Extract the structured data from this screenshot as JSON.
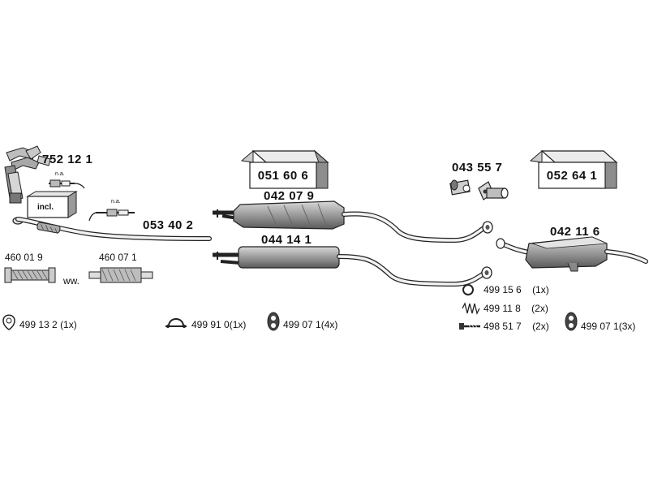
{
  "labels": {
    "manifold": "752 12 1",
    "na_1": "n.a.",
    "na_2": "n.a.",
    "incl": "incl.",
    "front_pipe": "053 40 2",
    "flex_a": "460 01 9",
    "ww": "ww.",
    "flex_b": "460 07 1",
    "box_center": "051 60 6",
    "mid_muffler_top": "042 07 9",
    "mid_muffler_bottom": "044 14 1",
    "adapter": "043 55 7",
    "box_right": "052 64 1",
    "rear_muffler": "042 11 6"
  },
  "hardware": [
    {
      "part": "499 13 2",
      "qty": "(1x)",
      "icon": "gasket-icon"
    },
    {
      "part": "499 91 0",
      "qty": "(1x)",
      "icon": "clamp-icon"
    },
    {
      "part": "499 07 1",
      "qty": "(4x)",
      "icon": "rubber-hanger-icon"
    },
    {
      "part": "499 15 6",
      "qty": "(1x)",
      "icon": "ring-icon"
    },
    {
      "part": "499 11 8",
      "qty": "(2x)",
      "icon": "spring-icon"
    },
    {
      "part": "498 51 7",
      "qty": "(2x)",
      "icon": "bolt-icon"
    },
    {
      "part": "499 07 1",
      "qty": "(3x)",
      "icon": "rubber-hanger-icon"
    }
  ]
}
